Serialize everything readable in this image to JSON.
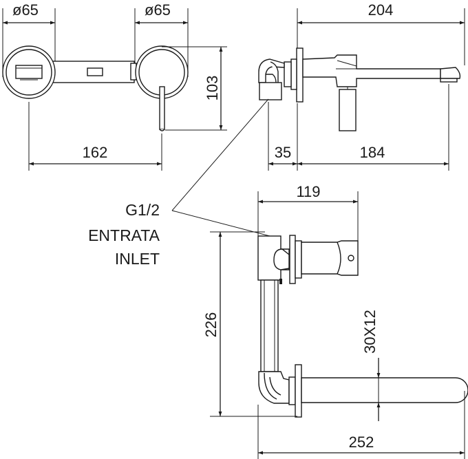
{
  "dimensions": {
    "front_left_diameter": "ø65",
    "front_right_diameter": "ø65",
    "front_height": "103",
    "front_center_distance": "162",
    "side_total_length": "204",
    "side_wall_offset": "35",
    "side_spout_length": "184",
    "top_body_length": "119",
    "top_height": "226",
    "top_spout_section": "30X12",
    "top_total_length": "252"
  },
  "inlet_label": {
    "line1": "G1/2",
    "line2": "ENTRATA",
    "line3": "INLET"
  },
  "colors": {
    "line": "#1a1a1a",
    "background": "#ffffff"
  }
}
